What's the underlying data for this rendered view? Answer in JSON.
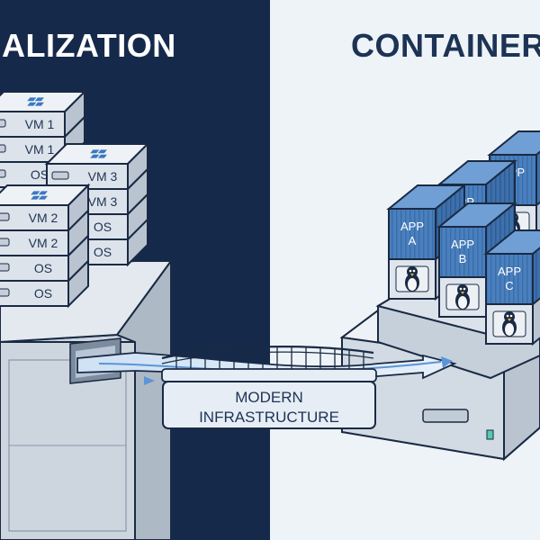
{
  "left_section": {
    "heading": "ALIZATION",
    "vm_stacks": [
      {
        "vm_label": "VM 1",
        "os_label": "OS",
        "has_windows_logo": true
      },
      {
        "vm_label": "VM 2",
        "os_label": "OS",
        "has_windows_logo": true
      },
      {
        "vm_label": "VM 3",
        "os_label": "OS",
        "has_windows_logo": true
      }
    ]
  },
  "right_section": {
    "heading": "CONTAINER",
    "containers": [
      {
        "label_line1": "APP",
        "label_line2": "A"
      },
      {
        "label_line1": "APP",
        "label_line2": "B"
      },
      {
        "label_line1": "APP",
        "label_line2": "C"
      },
      {
        "label_line1": "APP",
        "label_line2": ""
      },
      {
        "label_line1": "APP",
        "label_line2": ""
      }
    ],
    "base_icon": "linux-tux-icon"
  },
  "bridge": {
    "label_line1": "MODERN",
    "label_line2": "INFRASTRUCTURE"
  },
  "colors": {
    "left_background": "#15294a",
    "right_background": "#eef3f8",
    "container_blue": "#4a80bf",
    "server_gray": "#dde3ea",
    "text_dark": "#1d3355",
    "flow_arrow": "#5b95d6"
  },
  "icons": [
    "windows-logo-icon",
    "linux-tux-icon",
    "flow-arrow-icon"
  ]
}
